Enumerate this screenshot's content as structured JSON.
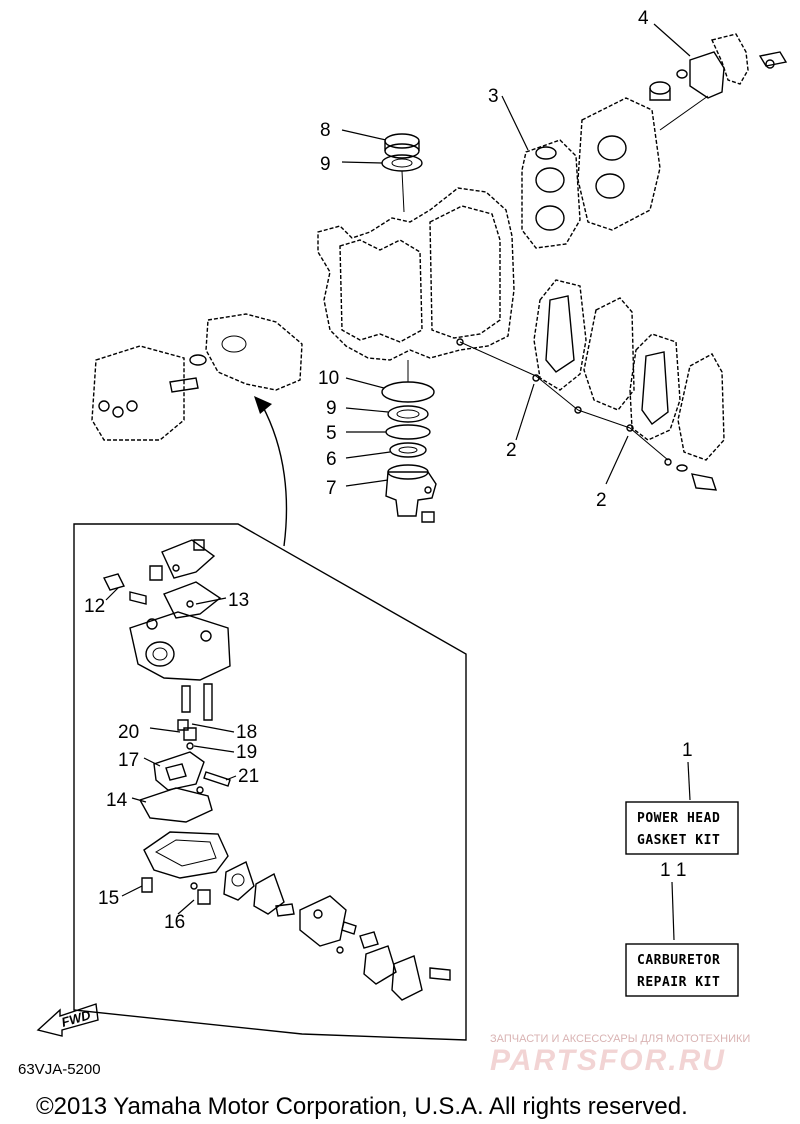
{
  "callouts": {
    "c1": "1",
    "c2a": "2",
    "c2b": "2",
    "c3": "3",
    "c4": "4",
    "c5": "5",
    "c6": "6",
    "c7": "7",
    "c8": "8",
    "c9a": "9",
    "c9b": "9",
    "c10": "10",
    "c11": "1 1",
    "c12": "12",
    "c13": "13",
    "c14": "14",
    "c15": "15",
    "c16": "16",
    "c17": "17",
    "c18": "18",
    "c19": "19",
    "c20": "20",
    "c21": "21"
  },
  "kits": {
    "power_head": {
      "line1": "POWER HEAD",
      "line2": "GASKET KIT"
    },
    "carburetor": {
      "line1": "CARBURETOR",
      "line2": "REPAIR KIT"
    }
  },
  "fwd_label": "FWD",
  "diagram_code": "63VJA-5200",
  "copyright": "©2013 Yamaha Motor Corporation, U.S.A. All rights reserved.",
  "watermark": {
    "tagline": "ЗАПЧАСТИ И АКСЕССУАРЫ ДЛЯ МОТОТЕХНИКИ",
    "brand": "PARTSFOR.RU"
  }
}
